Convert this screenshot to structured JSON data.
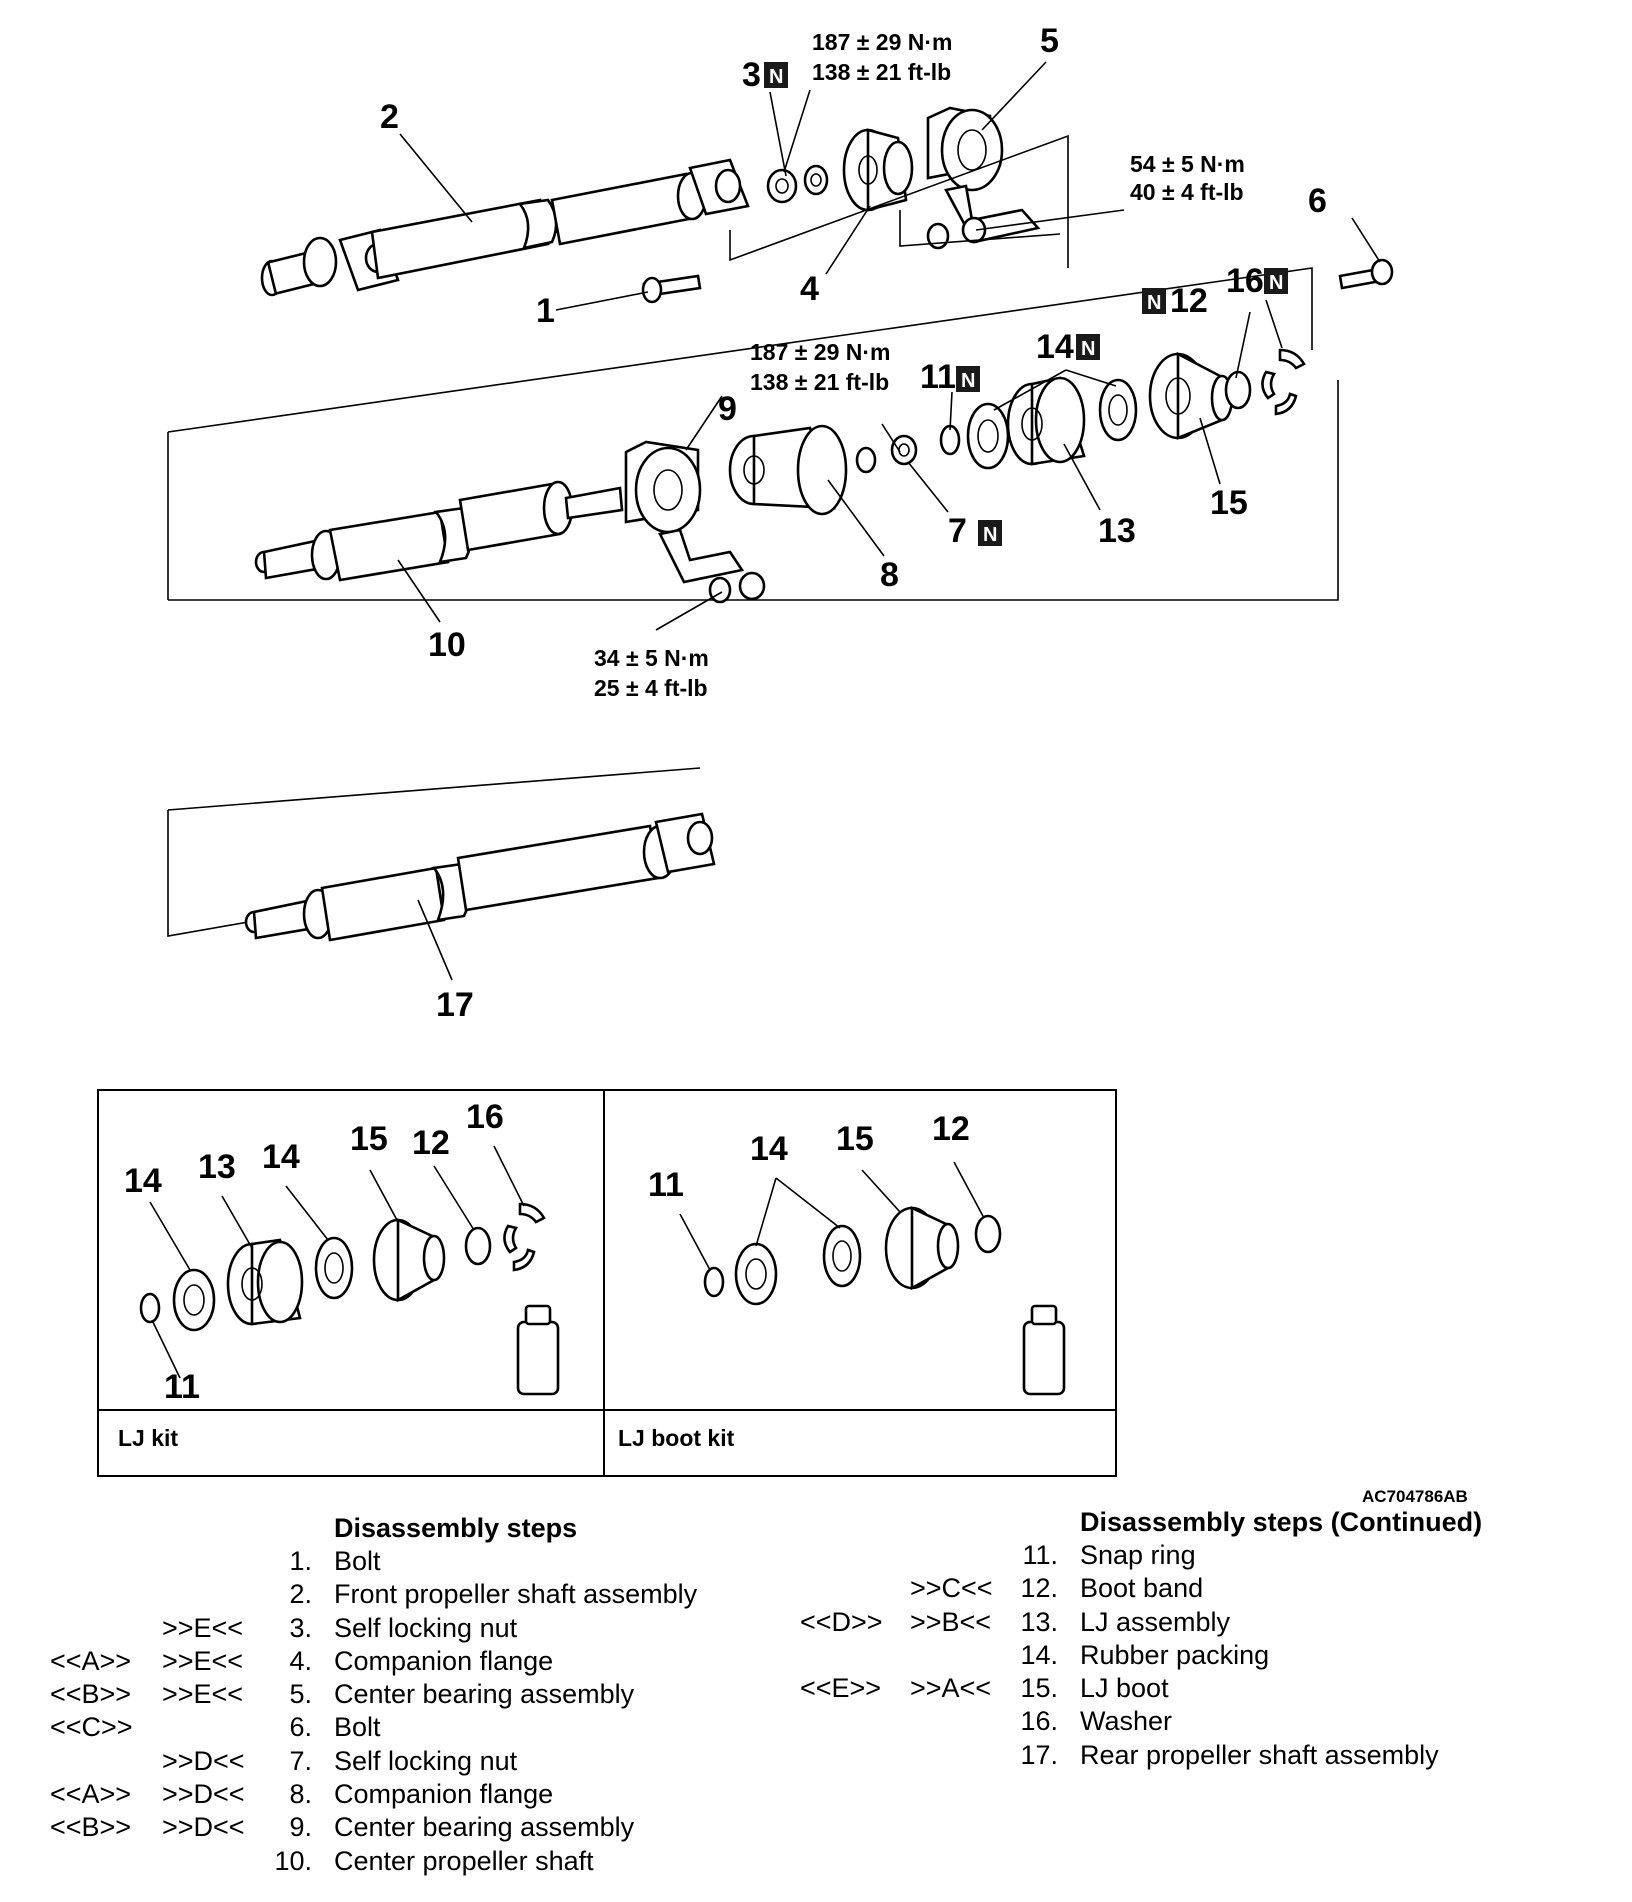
{
  "callouts": [
    "1",
    "2",
    "3",
    "4",
    "5",
    "6",
    "7",
    "8",
    "9",
    "10",
    "11",
    "12",
    "13",
    "14",
    "15",
    "16",
    "17"
  ],
  "new_part_tag": "N",
  "torques": {
    "t3_nm": "187 ± 29 N·m",
    "t3_ftlb": "138 ± 21 ft-lb",
    "t5_nm": "54 ± 5 N·m",
    "t5_ftlb": "40 ± 4 ft-lb",
    "t7_nm": "187 ± 29 N·m",
    "t7_ftlb": "138 ± 21 ft-lb",
    "t9_nm": "34 ± 5 N·m",
    "t9_ftlb": "25 ± 4 ft-lb"
  },
  "kits": {
    "lj_kit": {
      "label": "LJ kit",
      "parts": [
        "14",
        "13",
        "14",
        "15",
        "12",
        "16",
        "11"
      ]
    },
    "lj_boot_kit": {
      "label": "LJ boot kit",
      "parts": [
        "11",
        "14",
        "15",
        "12"
      ]
    }
  },
  "figure_id": "AC704786AB",
  "disassembly": {
    "title": "Disassembly steps",
    "steps": [
      {
        "pre": "",
        "post": "",
        "num": "1.",
        "name": "Bolt"
      },
      {
        "pre": "",
        "post": "",
        "num": "2.",
        "name": "Front propeller shaft assembly"
      },
      {
        "pre": "",
        "post": ">>E<<",
        "num": "3.",
        "name": "Self locking nut"
      },
      {
        "pre": "<<A>>",
        "post": ">>E<<",
        "num": "4.",
        "name": "Companion flange"
      },
      {
        "pre": "<<B>>",
        "post": ">>E<<",
        "num": "5.",
        "name": "Center bearing assembly"
      },
      {
        "pre": "<<C>>",
        "post": "",
        "num": "6.",
        "name": "Bolt"
      },
      {
        "pre": "",
        "post": ">>D<<",
        "num": "7.",
        "name": "Self locking nut"
      },
      {
        "pre": "<<A>>",
        "post": ">>D<<",
        "num": "8.",
        "name": "Companion flange"
      },
      {
        "pre": "<<B>>",
        "post": ">>D<<",
        "num": "9.",
        "name": "Center bearing assembly"
      },
      {
        "pre": "",
        "post": "",
        "num": "10.",
        "name": "Center propeller shaft"
      }
    ]
  },
  "disassembly_continued": {
    "title": "Disassembly steps (Continued)",
    "steps": [
      {
        "pre": "",
        "post": "",
        "num": "11.",
        "name": "Snap ring"
      },
      {
        "pre": "",
        "post": ">>C<<",
        "num": "12.",
        "name": "Boot band"
      },
      {
        "pre": "<<D>>",
        "post": ">>B<<",
        "num": "13.",
        "name": "LJ assembly"
      },
      {
        "pre": "",
        "post": "",
        "num": "14.",
        "name": "Rubber packing"
      },
      {
        "pre": "<<E>>",
        "post": ">>A<<",
        "num": "15.",
        "name": "LJ boot"
      },
      {
        "pre": "",
        "post": "",
        "num": "16.",
        "name": "Washer"
      },
      {
        "pre": "",
        "post": "",
        "num": "17.",
        "name": "Rear propeller shaft assembly"
      }
    ]
  }
}
